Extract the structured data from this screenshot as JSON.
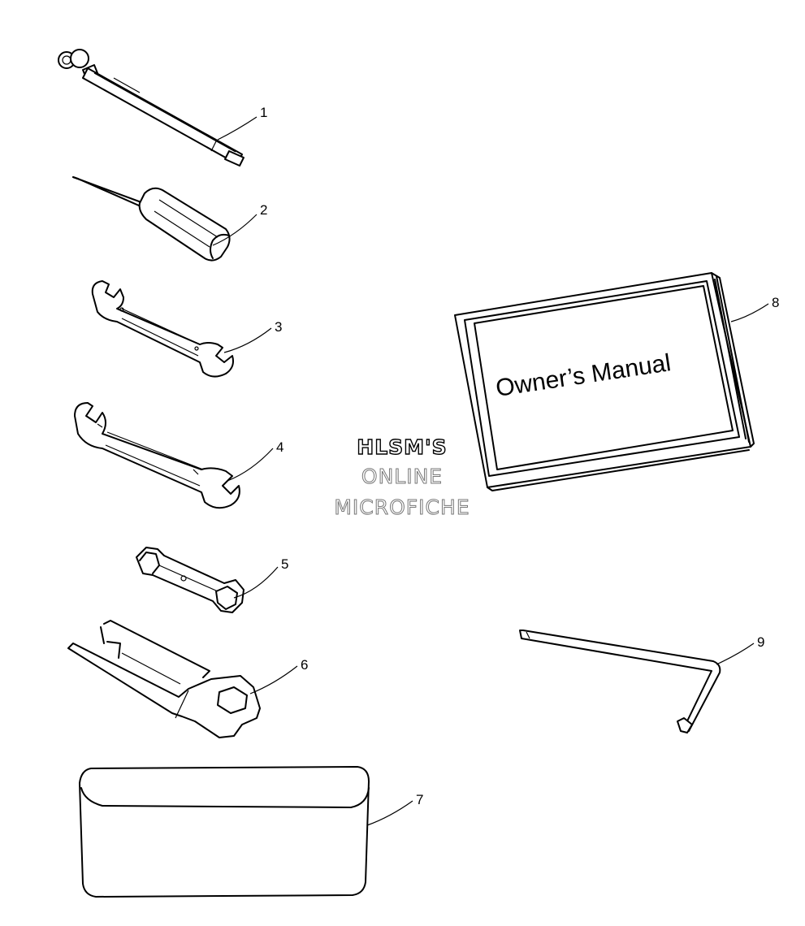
{
  "callouts": [
    "1",
    "2",
    "3",
    "4",
    "5",
    "6",
    "7",
    "8",
    "9"
  ],
  "manual_cover_text": "Owner’s Manual",
  "watermark": {
    "line1": "HLSM'S",
    "line2": "ONLINE",
    "line3": "MICROFICHE"
  },
  "colors": {
    "line": "#000000",
    "background": "#ffffff",
    "watermark_outline": "#777777"
  }
}
